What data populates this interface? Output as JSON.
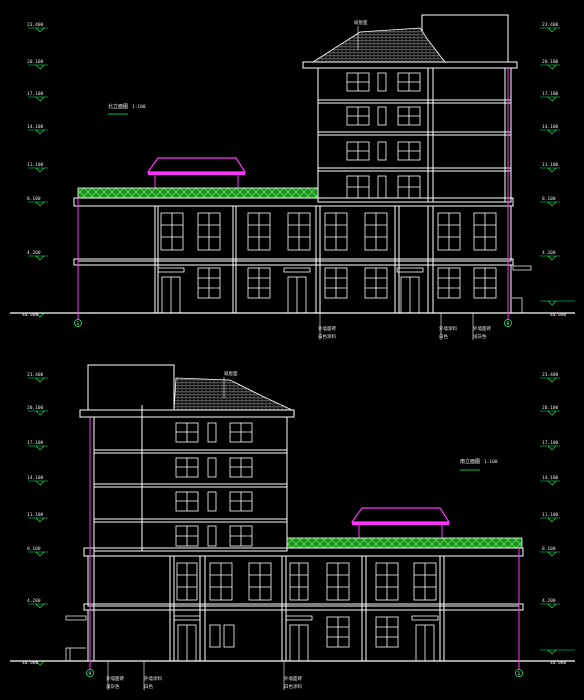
{
  "colors": {
    "background": "#000000",
    "line": "#ffffff",
    "level_marker": "#00ff66",
    "axis_line": "#ff33ff",
    "roof_railing": "#33cc33",
    "pavilion_roof": "#ff33ff",
    "grid_bubble": "#00ff66"
  },
  "elevation_top": {
    "title": "北立面图",
    "scale": "1:100",
    "roof_label": "坡屋面",
    "left_levels": [
      "23.400",
      "20.100",
      "17.100",
      "14.100",
      "11.100",
      "8.100",
      "4.200",
      "±0.000"
    ],
    "right_levels": [
      "23.400",
      "20.100",
      "17.100",
      "14.100",
      "11.100",
      "8.100",
      "4.200",
      "±0.000"
    ],
    "grid_left": "1",
    "grid_right": "9",
    "notes": [
      "外墙面砖",
      "白色涂料",
      "外墙涂料",
      "白色",
      "外墙面砖",
      "浅灰色"
    ]
  },
  "elevation_bottom": {
    "title": "南立面图",
    "scale": "1:100",
    "roof_label": "坡屋面",
    "left_levels": [
      "23.400",
      "20.100",
      "17.100",
      "14.100",
      "11.100",
      "8.100",
      "4.200",
      "±0.000"
    ],
    "right_levels": [
      "23.400",
      "20.100",
      "17.100",
      "14.100",
      "11.100",
      "8.100",
      "4.200",
      "±0.000"
    ],
    "grid_left": "9",
    "grid_right": "1",
    "notes": [
      "外墙面砖",
      "浅灰色",
      "外墙涂料",
      "白色",
      "外墙面砖",
      "白色涂料"
    ]
  }
}
